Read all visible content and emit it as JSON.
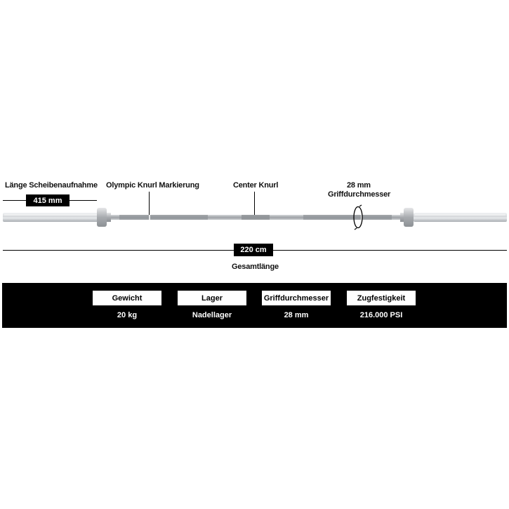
{
  "labels": {
    "sleeve_length_title": "Länge Scheibenaufnahme",
    "sleeve_length_value": "415 mm",
    "olympic_knurl": "Olympic Knurl Markierung",
    "center_knurl": "Center Knurl",
    "grip_diameter_value": "28 mm",
    "grip_diameter_title": "Griffdurchmesser",
    "total_length_value": "220 cm",
    "total_length_title": "Gesamtlänge"
  },
  "specs": [
    {
      "header": "Gewicht",
      "value": "20 kg"
    },
    {
      "header": "Lager",
      "value": "Nadellager"
    },
    {
      "header": "Griffdurchmesser",
      "value": "28 mm"
    },
    {
      "header": "Zugfestigkeit",
      "value": "216.000 PSI"
    }
  ],
  "colors": {
    "background": "#ffffff",
    "spec_band": "#000000",
    "bar_steel": "#b9bcc0",
    "sleeve_chrome": "#dfe2e5"
  }
}
